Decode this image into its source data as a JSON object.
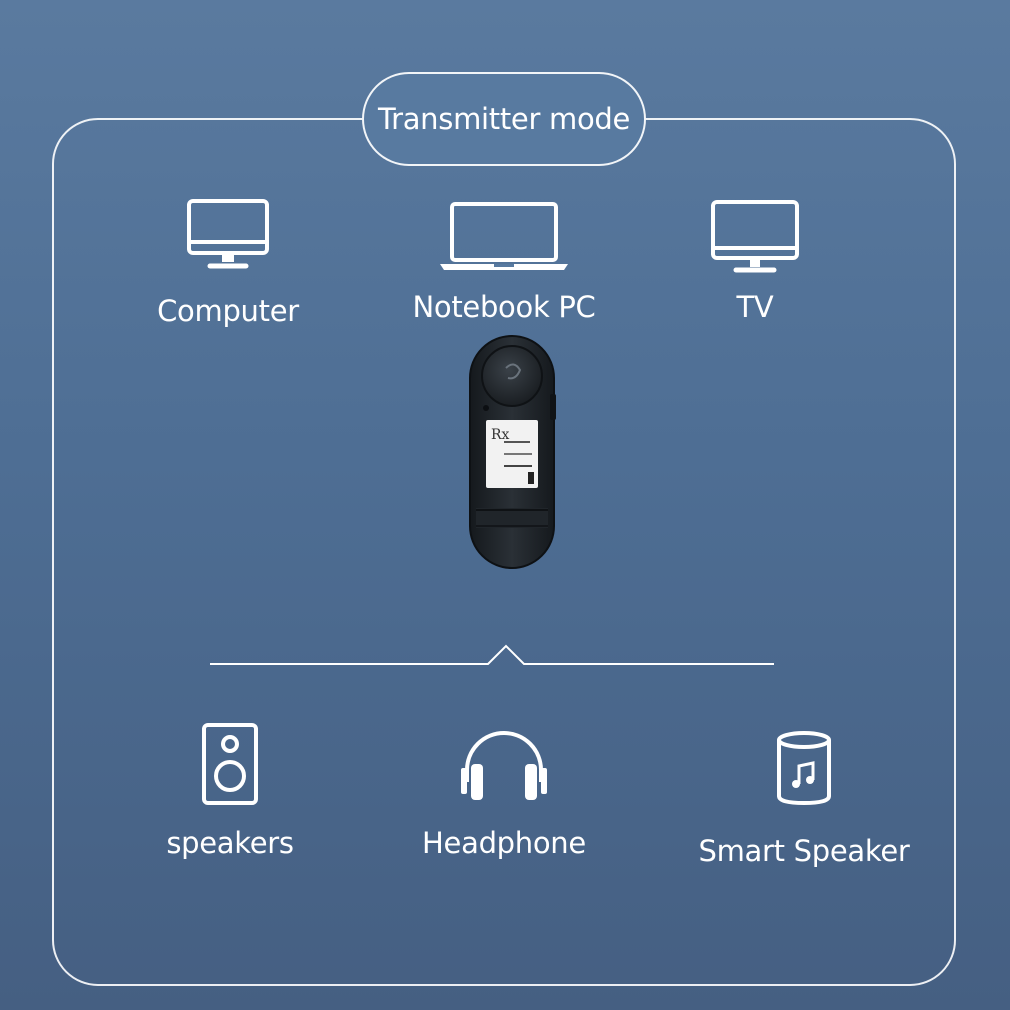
{
  "title": "Transmitter mode",
  "sources": [
    {
      "label": "Computer",
      "icon": "desktop-monitor-icon"
    },
    {
      "label": "Notebook PC",
      "icon": "laptop-icon"
    },
    {
      "label": "TV",
      "icon": "tv-icon"
    }
  ],
  "outputs": [
    {
      "label": "speakers",
      "icon": "speaker-box-icon"
    },
    {
      "label": "Headphone",
      "icon": "headphone-icon"
    },
    {
      "label": "Smart Speaker",
      "icon": "smart-speaker-icon"
    }
  ],
  "device": {
    "screen_text": "Rx"
  },
  "colors": {
    "background": "#5a7a9f",
    "line": "#ffffff",
    "device_body": "#1e2328"
  }
}
